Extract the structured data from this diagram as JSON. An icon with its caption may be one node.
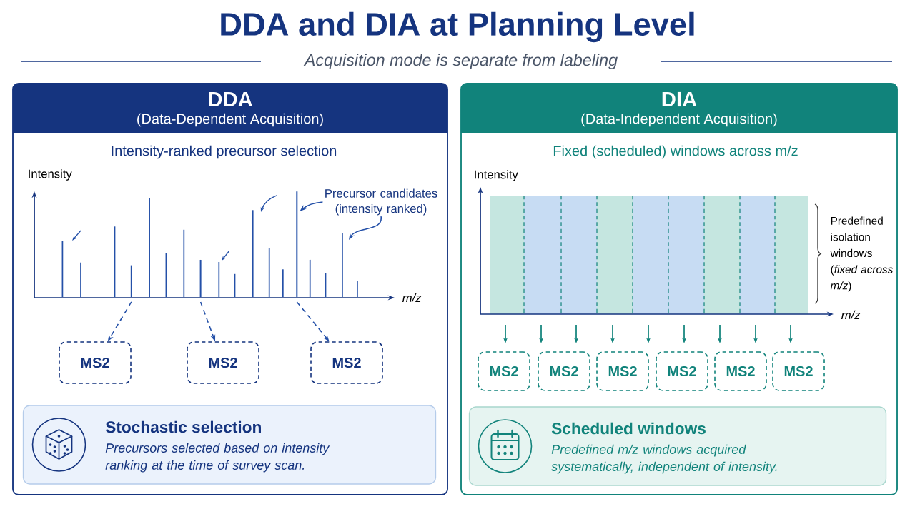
{
  "diagram": {
    "title": "DDA and DIA at Planning Level",
    "nodes": [
      {
        "text": [
          "DDA",
          "(Data-Dependent Acquisition)",
          "Intensity-ranked precursor selection"
        ]
      },
      {
        "text": [],
        "shape": "bar",
        "in": 0
      },
      {
        "text": [],
        "shape": "bar",
        "in": 0
      },
      {
        "text": [],
        "shape": "bar",
        "in": 0
      },
      {
        "text": [
          "MS2"
        ],
        "in": 0
      },
      {
        "text": [
          "MS2"
        ],
        "in": 0
      },
      {
        "text": [
          "MS2"
        ],
        "in": 0
      },
      {
        "text": [
          "Precursor candidates (intensity ranked)"
        ],
        "in": 0
      },
      {
        "text": [
          "Stochastic selection",
          "Precursors selected based on intensity ranking at the time of survey scan."
        ],
        "in": 0
      },
      {
        "text": [
          "DIA",
          "(Data-Independent Acquisition)",
          "Fixed (scheduled) windows across m/z"
        ]
      },
      {
        "text": [
          "MS2"
        ],
        "in": 9
      },
      {
        "text": [
          "MS2"
        ],
        "in": 9
      },
      {
        "text": [
          "MS2"
        ],
        "in": 9
      },
      {
        "text": [
          "MS2"
        ],
        "in": 9
      },
      {
        "text": [
          "MS2"
        ],
        "in": 9
      },
      {
        "text": [
          "MS2"
        ],
        "in": 9
      },
      {
        "text": [
          "Scheduled windows",
          "Predefined m/z windows acquired systematically, independent of intensity."
        ],
        "in": 9
      }
    ],
    "edges": [
      {
        "from": 1,
        "to": 4,
        "arrow": "to",
        "style": "dashed"
      },
      {
        "from": 2,
        "to": 5,
        "arrow": "to",
        "style": "dashed"
      },
      {
        "from": 3,
        "to": 6,
        "arrow": "to",
        "style": "dashed"
      },
      {
        "from": 7,
        "to": 3,
        "arrow": "to"
      },
      {
        "from": 7,
        "to": null,
        "arrow": "to"
      }
    ],
    "labels": [
      "Acquisition mode is separate from labeling",
      "Intensity",
      "m/z",
      "Intensity",
      "m/z",
      "Predefined isolation windows (*fixed across m/z*)"
    ]
  }
}
